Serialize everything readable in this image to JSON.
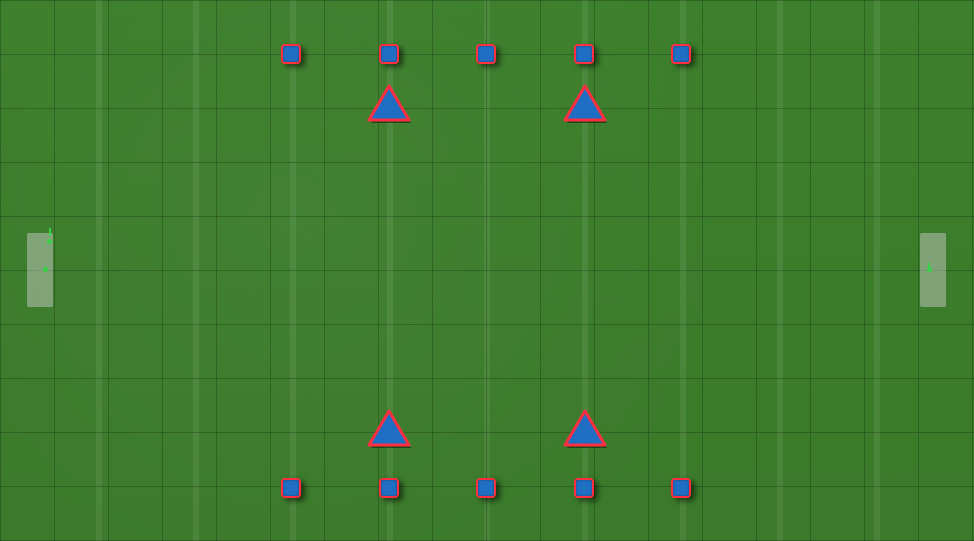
{
  "game": {
    "mode": "field-view",
    "team_colors": {
      "fill": "#1f6ec4",
      "outline": "#ff2e40"
    },
    "field_color": "#3a7a2a",
    "goals": [
      {
        "name": "left-goal",
        "side": "left"
      },
      {
        "name": "right-goal",
        "side": "right"
      }
    ],
    "units": [
      {
        "id": "top-square-1",
        "shape": "square",
        "icon": "player-square-icon"
      },
      {
        "id": "top-square-2",
        "shape": "square",
        "icon": "player-square-icon"
      },
      {
        "id": "top-square-3",
        "shape": "square",
        "icon": "player-square-icon"
      },
      {
        "id": "top-square-4",
        "shape": "square",
        "icon": "player-square-icon"
      },
      {
        "id": "top-square-5",
        "shape": "square",
        "icon": "player-square-icon"
      },
      {
        "id": "top-triangle-1",
        "shape": "triangle",
        "icon": "player-triangle-icon"
      },
      {
        "id": "top-triangle-2",
        "shape": "triangle",
        "icon": "player-triangle-icon"
      },
      {
        "id": "bottom-triangle-1",
        "shape": "triangle",
        "icon": "player-triangle-icon"
      },
      {
        "id": "bottom-triangle-2",
        "shape": "triangle",
        "icon": "player-triangle-icon"
      },
      {
        "id": "bottom-square-1",
        "shape": "square",
        "icon": "player-square-icon"
      },
      {
        "id": "bottom-square-2",
        "shape": "square",
        "icon": "player-square-icon"
      },
      {
        "id": "bottom-square-3",
        "shape": "square",
        "icon": "player-square-icon"
      },
      {
        "id": "bottom-square-4",
        "shape": "square",
        "icon": "player-square-icon"
      },
      {
        "id": "bottom-square-5",
        "shape": "square",
        "icon": "player-square-icon"
      }
    ]
  }
}
